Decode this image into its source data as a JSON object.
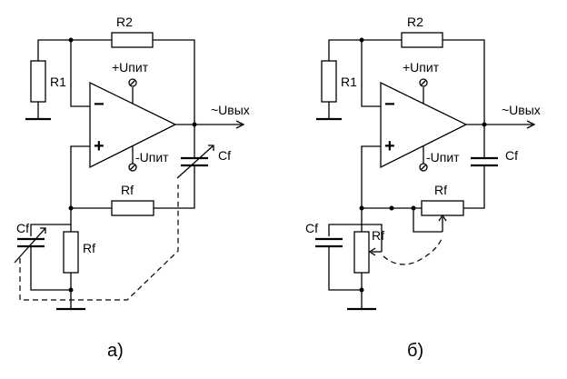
{
  "circuit_a": {
    "caption": "а)",
    "r1": "R1",
    "r2": "R2",
    "rf_series": "Rf",
    "rf_shunt": "Rf",
    "cf_series": "Cf",
    "cf_shunt": "Cf",
    "supply_pos": "+Uпит",
    "supply_neg": "-Uпит",
    "output": "~Uвых",
    "inv_sign": "−",
    "noninv_sign": "+"
  },
  "circuit_b": {
    "caption": "б)",
    "r1": "R1",
    "r2": "R2",
    "rf_series": "Rf",
    "rf_shunt": "Rf",
    "cf_series": "Cf",
    "cf_shunt": "Cf",
    "supply_pos": "+Uпит",
    "supply_neg": "-Uпит",
    "output": "~Uвых",
    "inv_sign": "−",
    "noninv_sign": "+"
  }
}
